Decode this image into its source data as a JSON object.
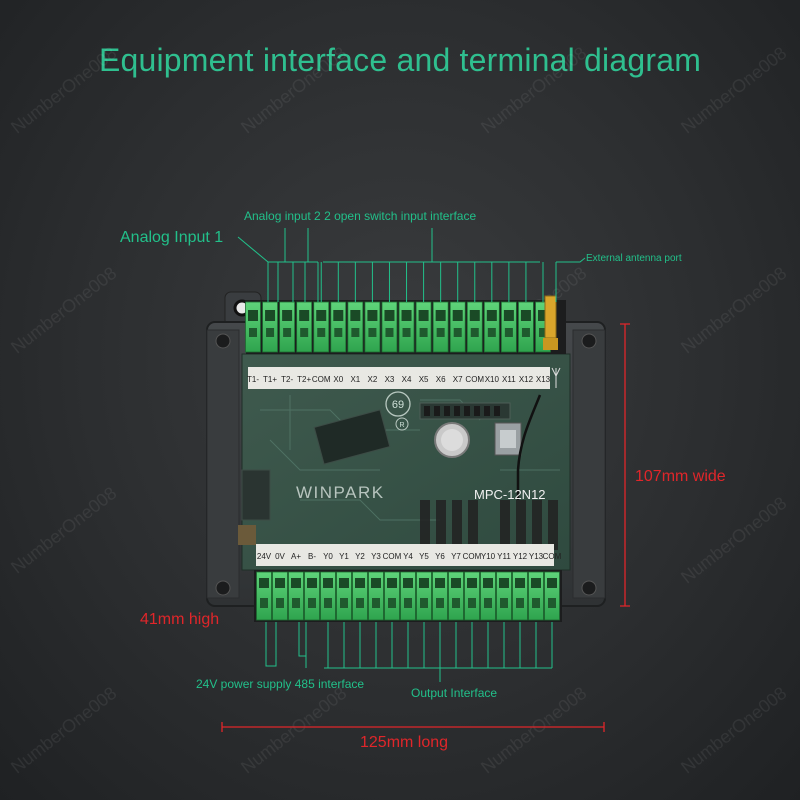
{
  "title": "Equipment interface and terminal diagram",
  "labels": {
    "analog_input_2": "Analog input 2 2 open switch input interface",
    "analog_input_1": "Analog Input 1",
    "antenna": "External antenna port",
    "width": "107mm wide",
    "height": "41mm high",
    "power": "24V power supply 485 interface",
    "output": "Output Interface",
    "length": "125mm long"
  },
  "board": {
    "brand": "WINPARK",
    "model": "MPC-12N12",
    "badge": "69",
    "top_terminals": [
      "T1-",
      "T1+",
      "T2-",
      "T2+",
      "COM",
      "X0",
      "X1",
      "X2",
      "X3",
      "X4",
      "X5",
      "X6",
      "X7",
      "COM",
      "X10",
      "X11",
      "X12",
      "X13"
    ],
    "bottom_terminals": [
      "24V",
      "0V",
      "A+",
      "B-",
      "Y0",
      "Y1",
      "Y2",
      "Y3",
      "COM",
      "Y4",
      "Y5",
      "Y6",
      "Y7",
      "COM",
      "Y10",
      "Y11",
      "Y12",
      "Y13",
      "COM"
    ]
  },
  "watermark": "NumberOne008",
  "colors": {
    "accent": "#22c08a",
    "dimension": "#e0262a",
    "terminal": "#3bbf5c"
  }
}
